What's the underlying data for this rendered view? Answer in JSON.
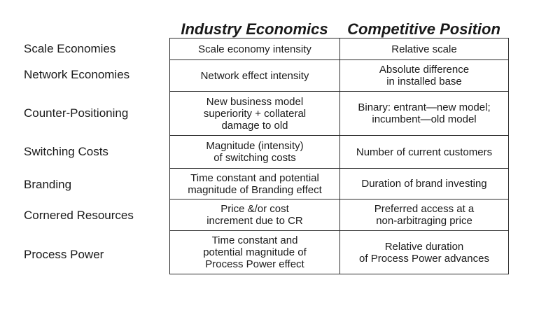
{
  "headers": {
    "industry": "Industry Economics",
    "competitive": "Competitive Position"
  },
  "rows": [
    {
      "label": "Scale Economies",
      "industry": "Scale economy intensity",
      "competitive": "Relative scale"
    },
    {
      "label": "Network Economies",
      "industry": "Network effect intensity",
      "competitive": "Absolute difference\nin installed base"
    },
    {
      "label": "Counter-Positioning",
      "industry": "New business model\nsuperiority + collateral\ndamage to old",
      "competitive": "Binary: entrant—new model;\nincumbent—old model"
    },
    {
      "label": "Switching Costs",
      "industry": "Magnitude (intensity)\nof switching costs",
      "competitive": "Number of current customers"
    },
    {
      "label": "Branding",
      "industry": "Time constant and potential\nmagnitude of Branding effect",
      "competitive": "Duration of brand investing"
    },
    {
      "label": "Cornered Resources",
      "industry": "Price &/or cost\nincrement due to CR",
      "competitive": "Preferred access at a\nnon-arbitraging price"
    },
    {
      "label": "Process Power",
      "industry": "Time constant and\npotential magnitude of\nProcess Power effect",
      "competitive": "Relative duration\nof Process Power advances"
    }
  ]
}
